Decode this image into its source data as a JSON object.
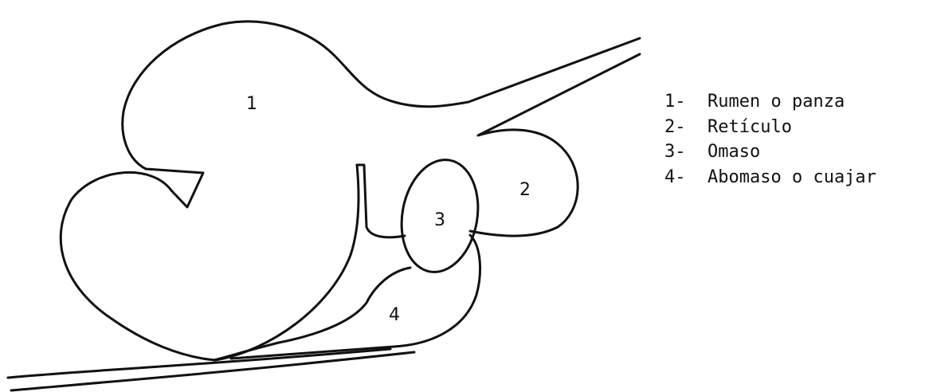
{
  "diagram": {
    "region_numbers": [
      "1",
      "2",
      "3",
      "4"
    ],
    "stroke_color": "#111111",
    "background_color": "#ffffff"
  },
  "legend": {
    "items": [
      {
        "number": "1-",
        "label": "Rumen o panza"
      },
      {
        "number": "2-",
        "label": "Retículo"
      },
      {
        "number": "3-",
        "label": "Omaso"
      },
      {
        "number": "4-",
        "label": "Abomaso o cuajar"
      }
    ]
  }
}
